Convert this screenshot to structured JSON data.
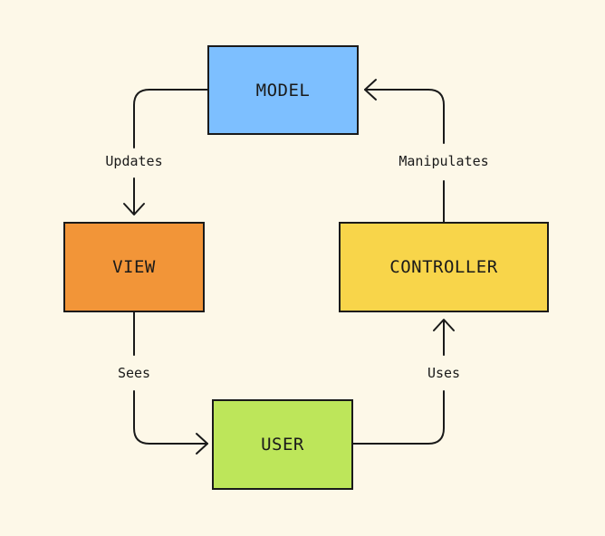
{
  "nodes": {
    "model": {
      "label": "MODEL",
      "color": "#7dbfff"
    },
    "view": {
      "label": "VIEW",
      "color": "#f29538"
    },
    "controller": {
      "label": "CONTROLLER",
      "color": "#f8d54a"
    },
    "user": {
      "label": "USER",
      "color": "#bde65a"
    }
  },
  "edges": {
    "updates": {
      "label": "Updates"
    },
    "manipulates": {
      "label": "Manipulates"
    },
    "sees": {
      "label": "Sees"
    },
    "uses": {
      "label": "Uses"
    }
  }
}
